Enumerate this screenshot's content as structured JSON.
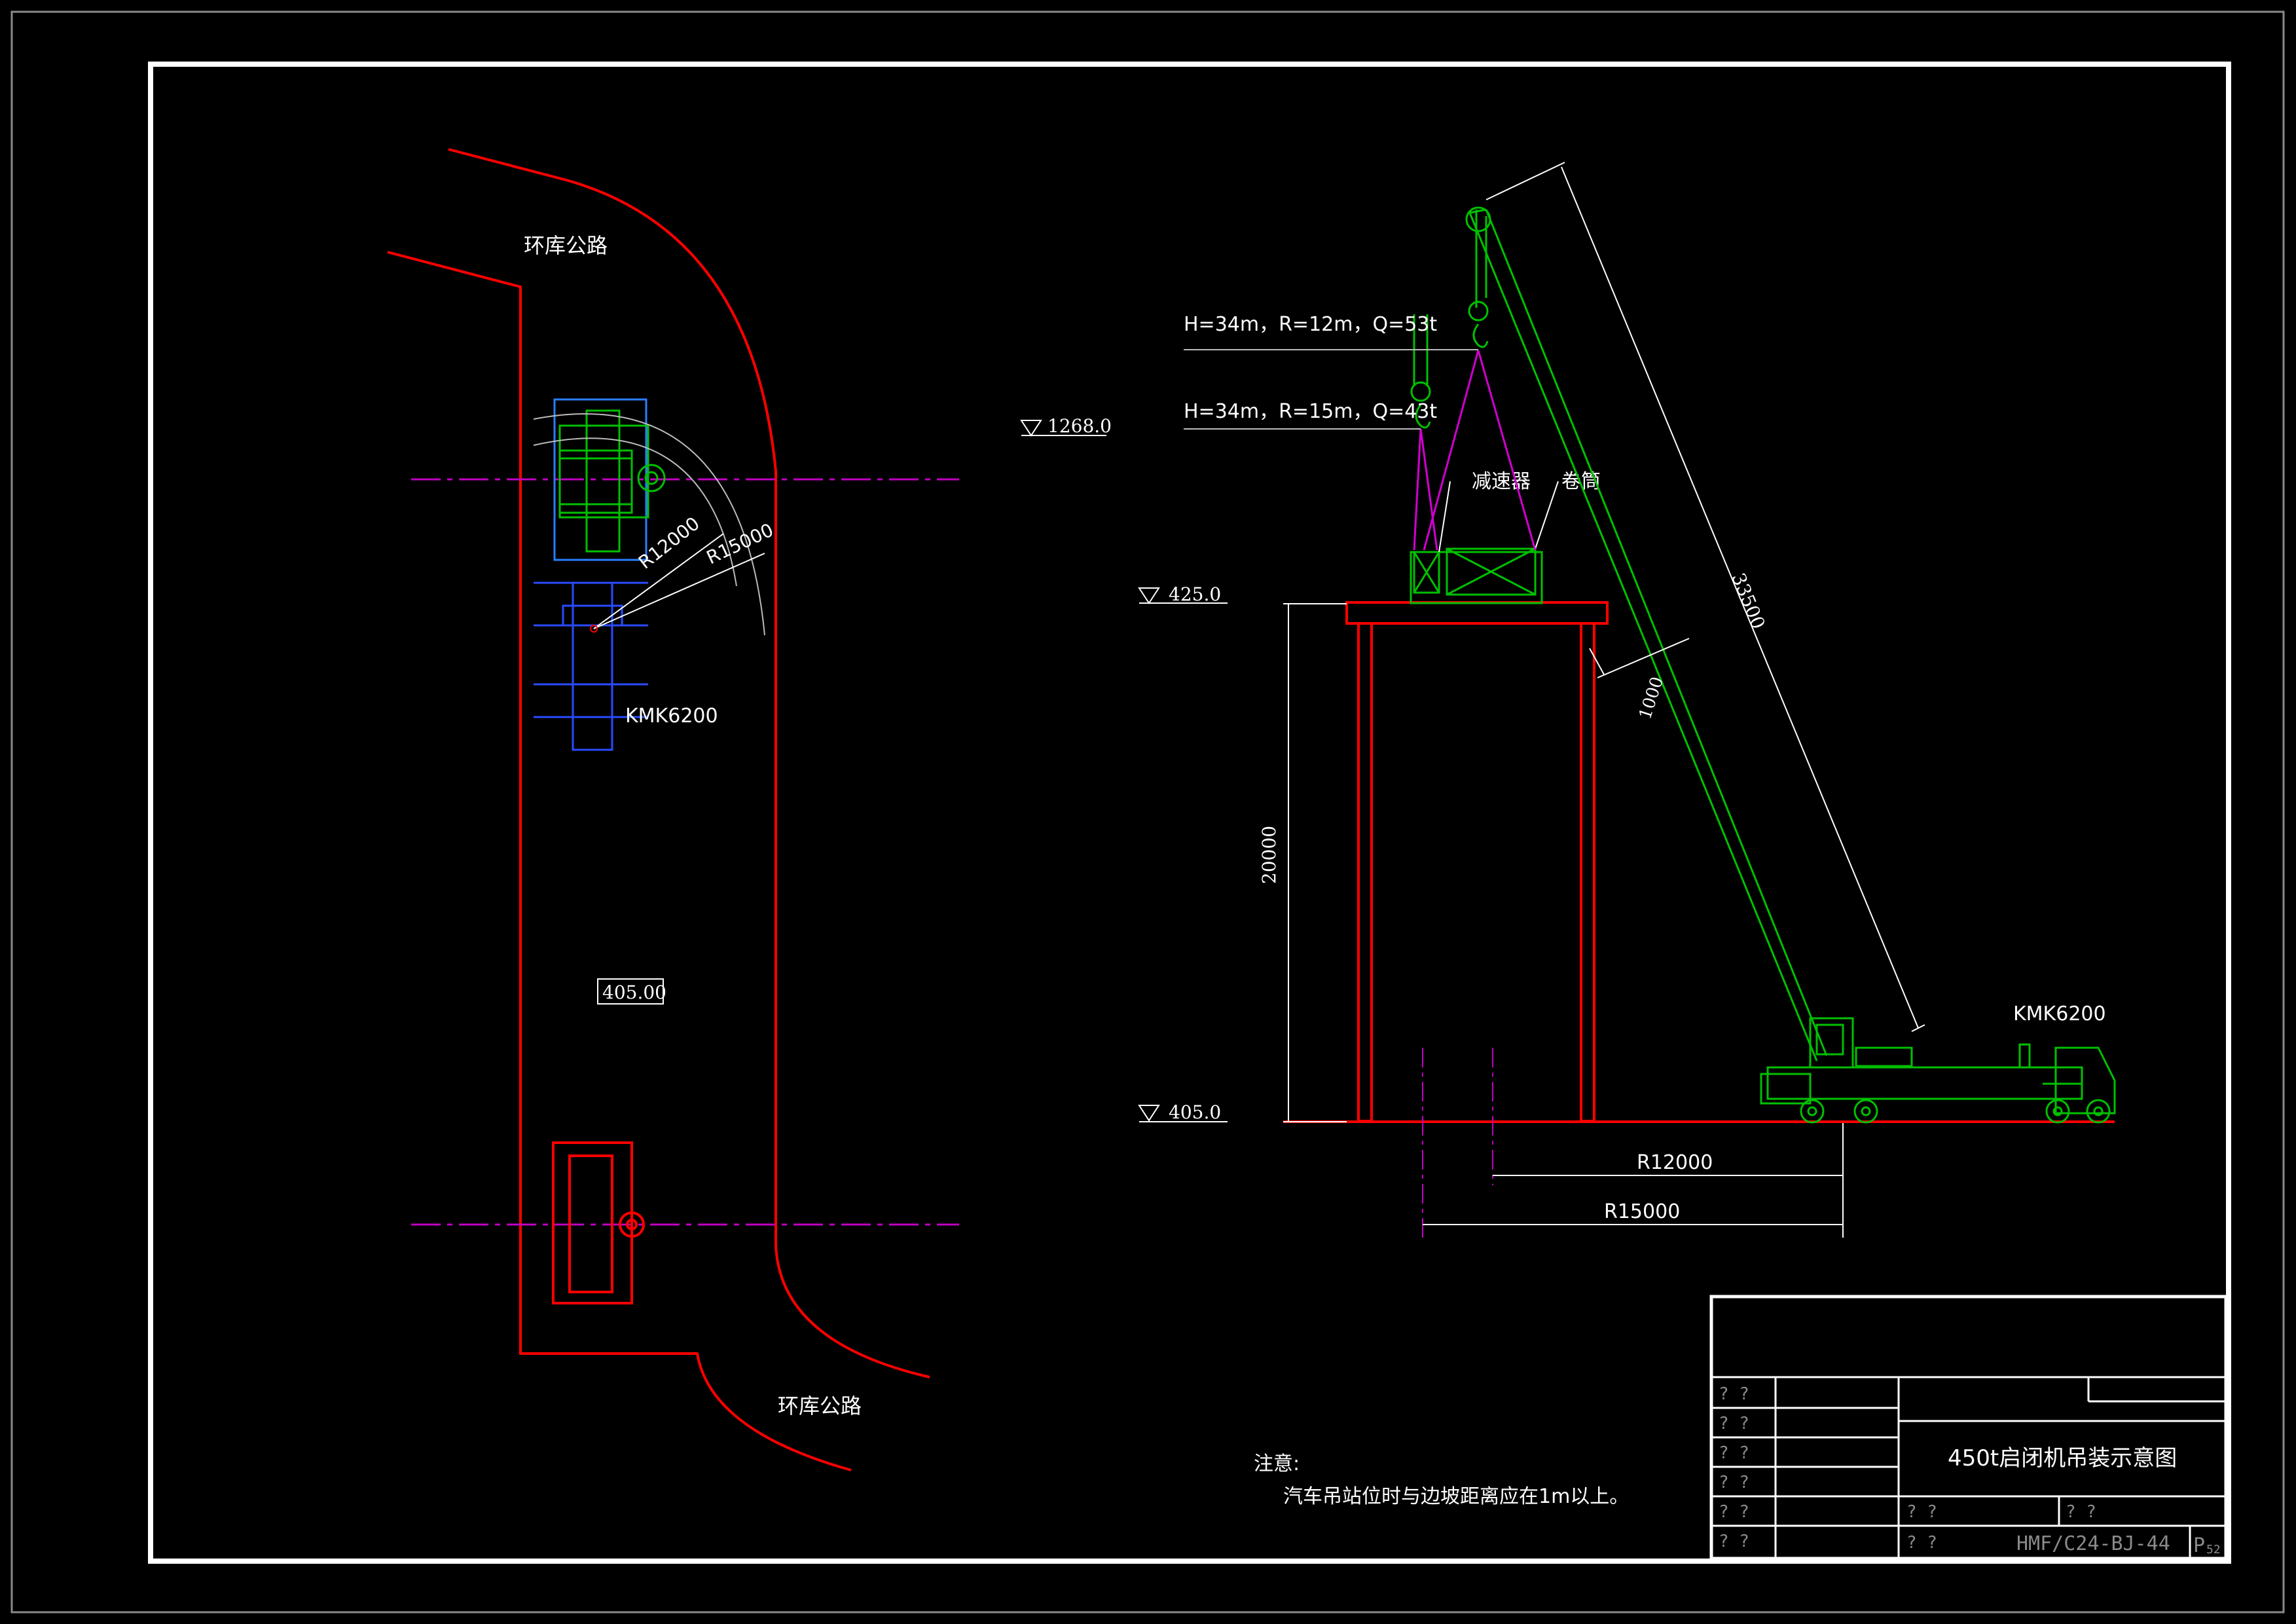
{
  "plan_view": {
    "road_top_label": "环库公路",
    "road_bottom_label": "环库公路",
    "radius_inner_label": "R12000",
    "radius_outer_label": "R15000",
    "crane_label": "KMK6200",
    "ground_elevation_box": "405.00"
  },
  "elevation_view": {
    "elev_top": "1268.0",
    "elev_platform": "425.0",
    "elev_ground": "405.0",
    "lift_case_1": "H=34m，R=12m，Q=53t",
    "lift_case_2": "H=34m，R=15m，Q=43t",
    "reducer_label": "减速器",
    "drum_label": "卷筒",
    "boom_length_dim": "33500",
    "clearance_dim": "1000",
    "platform_height_dim": "20000",
    "radius_r12_dim": "R12000",
    "radius_r15_dim": "R15000",
    "crane_label": "KMK6200"
  },
  "note": {
    "title": "注意:",
    "text": "汽车吊站位时与边坡距离应在1m以上。"
  },
  "title_block": {
    "drawing_title": "450t启闭机吊装示意图",
    "left_col_marks": [
      "? ?",
      "? ?",
      "? ?",
      "? ?",
      "? ?",
      "? ?"
    ],
    "mid_mark_1": "? ?",
    "mid_mark_2": "? ?",
    "mid_mark_3": "? ?",
    "drawing_number": "HMF/C24-BJ-44",
    "sheet_prefix": "P",
    "sheet_number": "52"
  },
  "colors": {
    "border": "#ffffff",
    "road_red": "#ff0000",
    "gate_green": "#00c000",
    "crane_blue": "#2a4bff",
    "centerline_magenta": "#c000c0",
    "sling_magenta": "#d000d0",
    "dimension_white": "#ffffff"
  }
}
